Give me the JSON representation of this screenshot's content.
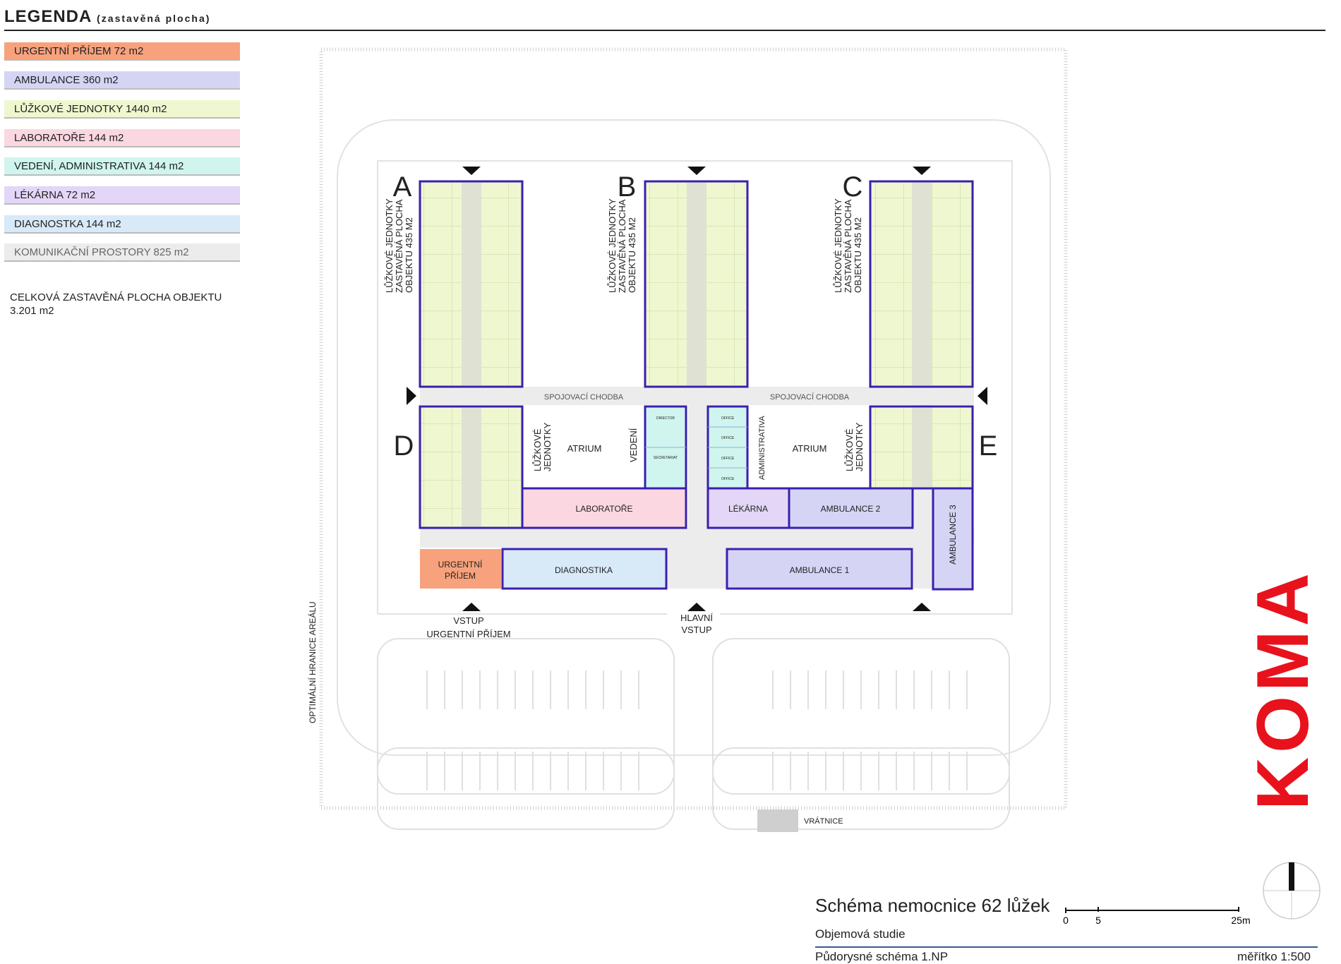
{
  "legend": {
    "title": "LEGENDA",
    "subtitle": "(zastavěná plocha)",
    "items": [
      {
        "label": "URGENTNÍ PŘÍJEM 72 m2",
        "color": "#f7a27c"
      },
      {
        "label": "AMBULANCE 360 m2",
        "color": "#d6d4f5"
      },
      {
        "label": "LŮŽKOVÉ JEDNOTKY 1440 m2",
        "color": "#eef7cf"
      },
      {
        "label": "LABORATOŘE 144 m2",
        "color": "#fbd7e2"
      },
      {
        "label": "VEDENÍ, ADMINISTRATIVA 144 m2",
        "color": "#cff5ee"
      },
      {
        "label": "LÉKÁRNA 72 m2",
        "color": "#e3d6f7"
      },
      {
        "label": "DIAGNOSTKA 144 m2",
        "color": "#d8e9f8"
      },
      {
        "label": "KOMUNIKAČNÍ PROSTORY 825 m2",
        "color": "#ececec"
      }
    ],
    "total_line1": "CELKOVÁ ZASTAVĚNÁ PLOCHA OBJEKTU",
    "total_line2": "3.201 m2"
  },
  "plan": {
    "blocks": [
      "A",
      "B",
      "C",
      "D",
      "E"
    ],
    "wing_label_1": "LŮŽKOVÉ JEDNOTKY",
    "wing_label_2": "ZASTAVĚNÁ PLOCHA",
    "wing_label_3": "OBJEKTU 435 M2",
    "corridor": "SPOJOVACÍ CHODBA",
    "atrium": "ATRIUM",
    "luzkove_1": "LŮŽKOVÉ",
    "luzkove_2": "JEDNOTKY",
    "vedeni": "VEDENÍ",
    "administrativa": "ADMINISTRATIVA",
    "laboratore": "LABORATOŘE",
    "lekarna": "LÉKÁRNA",
    "ambulance1": "AMBULANCE 1",
    "ambulance2": "AMBULANCE 2",
    "ambulance3": "AMBULANCE 3",
    "diagnostika": "DIAGNOSTIKA",
    "urgent_1": "URGENTNÍ",
    "urgent_2": "PŘÍJEM",
    "entry_urgent_1": "VSTUP",
    "entry_urgent_2": "URGENTNÍ PŘÍJEM",
    "entry_main_1": "HLAVNÍ",
    "entry_main_2": "VSTUP",
    "gatehouse": "VRÁTNICE",
    "boundary": "OPTIMÁLNÍ HRANICE AREÁLU",
    "director": "DIRECTOR",
    "secretariat": "SECRETARIAT",
    "office": "OFFICE"
  },
  "brand": "KOMA",
  "title_block": {
    "title": "Schéma nemocnice 62 lůžek",
    "subtitle": "Objemová studie",
    "scheme": "Půdorysné schéma 1.NP",
    "scale": "měřítko 1:500",
    "scale_0": "0",
    "scale_5": "5",
    "scale_25": "25m"
  },
  "colors": {
    "outline": "#3a1fb0",
    "brand": "#e8121c"
  }
}
